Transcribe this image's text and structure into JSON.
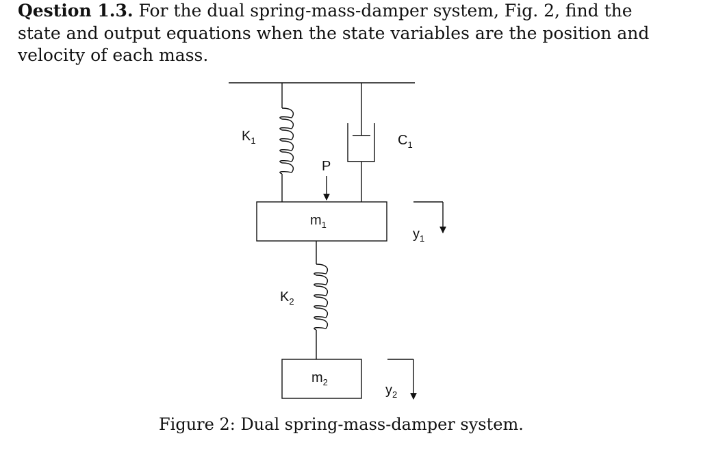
{
  "question": {
    "label": "Qestion 1.3.",
    "text": "For the dual spring-mass-damper system, Fig. 2, find the state and output equations when the state variables are the position and velocity of each mass."
  },
  "figure": {
    "spring1_label": "K",
    "spring1_sub": "1",
    "spring2_label": "K",
    "spring2_sub": "2",
    "damper_label": "C",
    "damper_sub": "1",
    "force_label": "P",
    "mass1_label": "m",
    "mass1_sub": "1",
    "mass2_label": "m",
    "mass2_sub": "2",
    "disp1_label": "y",
    "disp1_sub": "1",
    "disp2_label": "y",
    "disp2_sub": "2"
  },
  "caption": "Figure 2: Dual spring-mass-damper system."
}
